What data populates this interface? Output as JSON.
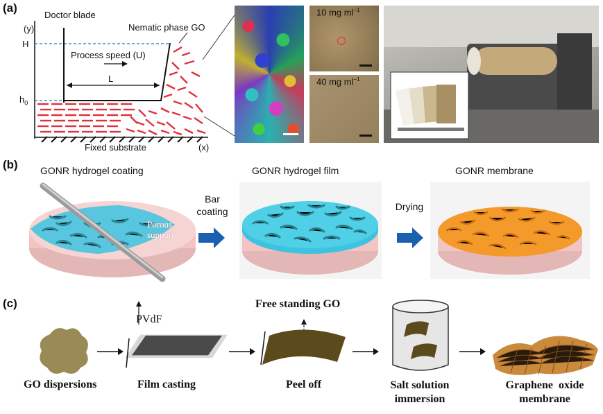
{
  "panel_a": {
    "label": "(a)",
    "y_axis": "(y)",
    "x_axis": "(x)",
    "h_label": "H",
    "h0_label": "h",
    "h0_sub": "0",
    "doctor_blade": "Doctor blade",
    "nematic": "Nematic phase GO",
    "process_speed": "Process speed (U)",
    "length": "L",
    "substrate": "Fixed substrate",
    "conc_10": "10 mg ml",
    "conc_40": "40 mg ml",
    "conc_sup": "−1"
  },
  "panel_b": {
    "label": "(b)",
    "step1": "GONR hydrogel coating",
    "step2": "GONR hydrogel film",
    "step3": "GONR membrane",
    "arrow1_line1": "Bar",
    "arrow1_line2": "coating",
    "arrow2": "Drying",
    "porous_line1": "Porous",
    "porous_line2": "support"
  },
  "panel_c": {
    "label": "(c)",
    "pvdf": "PVdF",
    "free_standing": "Free standing GO",
    "go_dispersions": "GO dispersions",
    "film_casting": "Film casting",
    "peel_off": "Peel off",
    "salt_line1": "Salt solution",
    "salt_line2": "immersion",
    "membrane_line1": "Graphene  oxide",
    "membrane_line2": "membrane"
  },
  "colors": {
    "go_red": "#e0303c",
    "dashed_blue": "#3a8fd0",
    "arrow_blue": "#1b5fb0",
    "hydrogel_cyan": "#3cc3df",
    "support_pink": "#f2c4c4",
    "membrane_orange": "#f39a2a",
    "go_brown": "#5a4a1c",
    "blob_tan": "#9a8a55"
  }
}
